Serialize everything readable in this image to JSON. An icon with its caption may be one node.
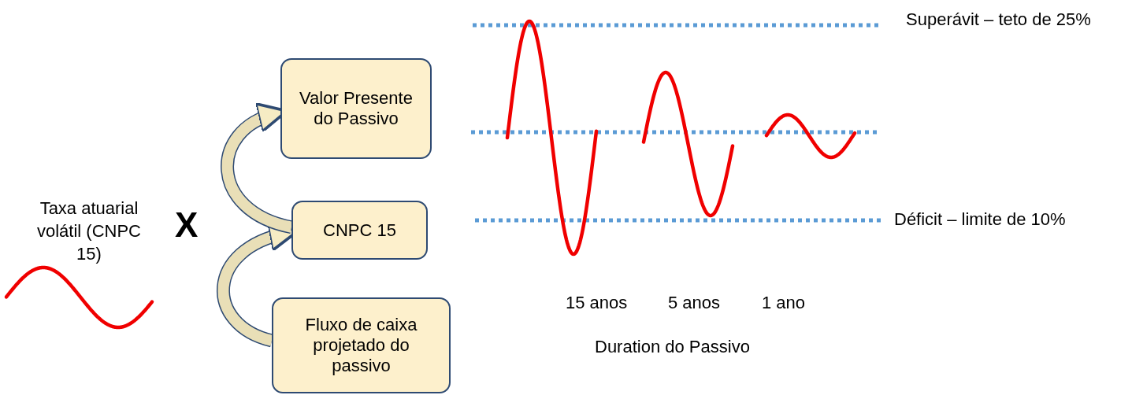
{
  "diagram": {
    "nodes": [
      {
        "text": [
          "Valor Presente do Passivo"
        ]
      },
      {
        "text": [
          "CNPC 15"
        ]
      },
      {
        "text": [
          "Fluxo de caixa projetado do passivo"
        ]
      }
    ],
    "edges": [
      {
        "from": 2,
        "to": 1,
        "arrow": "to"
      },
      {
        "from": 1,
        "to": 0,
        "arrow": "to"
      }
    ],
    "labels": [
      "Taxa atuarial volátil (CNPC 15)",
      "X",
      "Superávit – teto de 25%",
      "Déficit – limite de 10%",
      "15 anos",
      "5 anos",
      "1 ano",
      "Duration do Passivo"
    ]
  }
}
